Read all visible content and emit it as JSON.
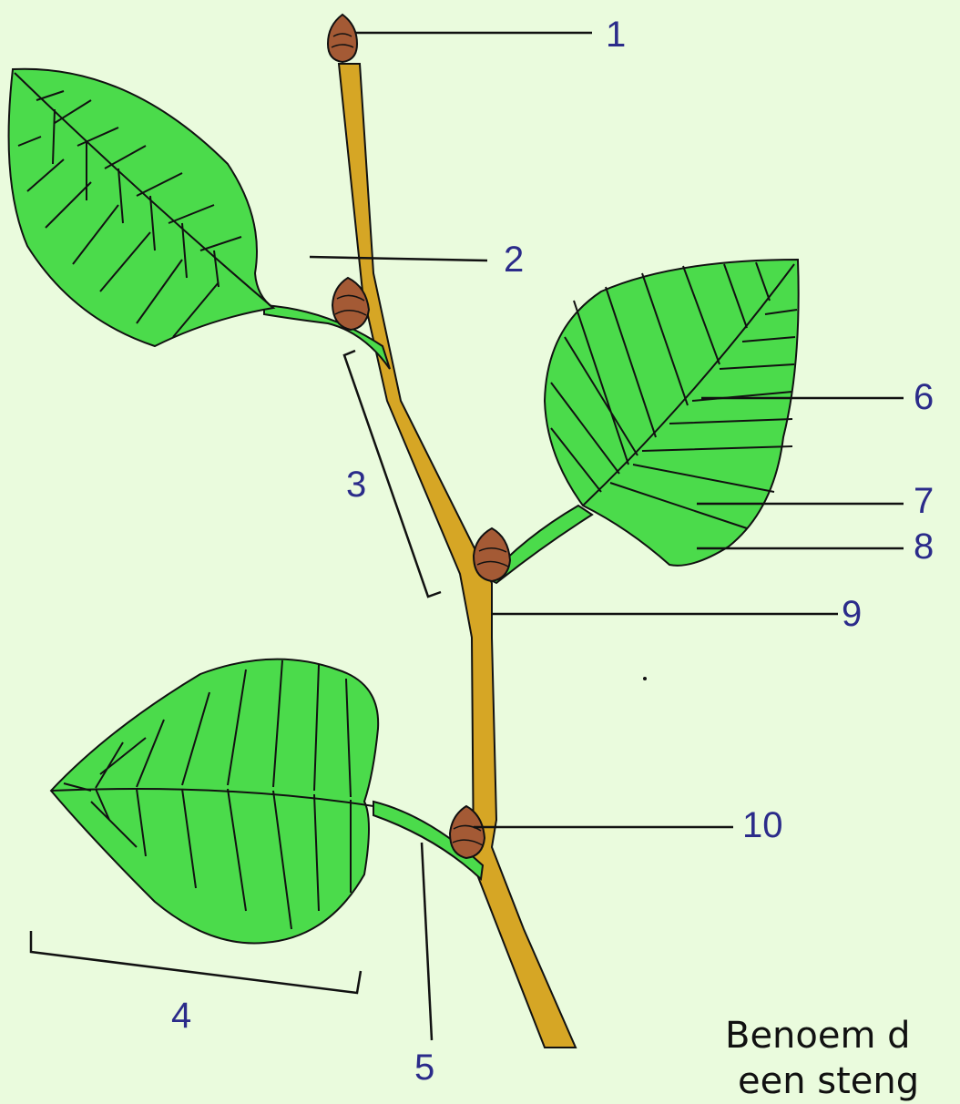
{
  "labels": [
    "1",
    "2",
    "3",
    "4",
    "5",
    "6",
    "7",
    "8",
    "9",
    "10"
  ],
  "caption": {
    "line1": "Benoem d",
    "line2": "een steng"
  },
  "colors": {
    "background": "#eafbdd",
    "leaf_fill": "#4bdb4b",
    "stem_fill": "#d6a625",
    "bud_fill": "#a45a35",
    "label_text": "#2b2b8a",
    "line": "#111111"
  }
}
